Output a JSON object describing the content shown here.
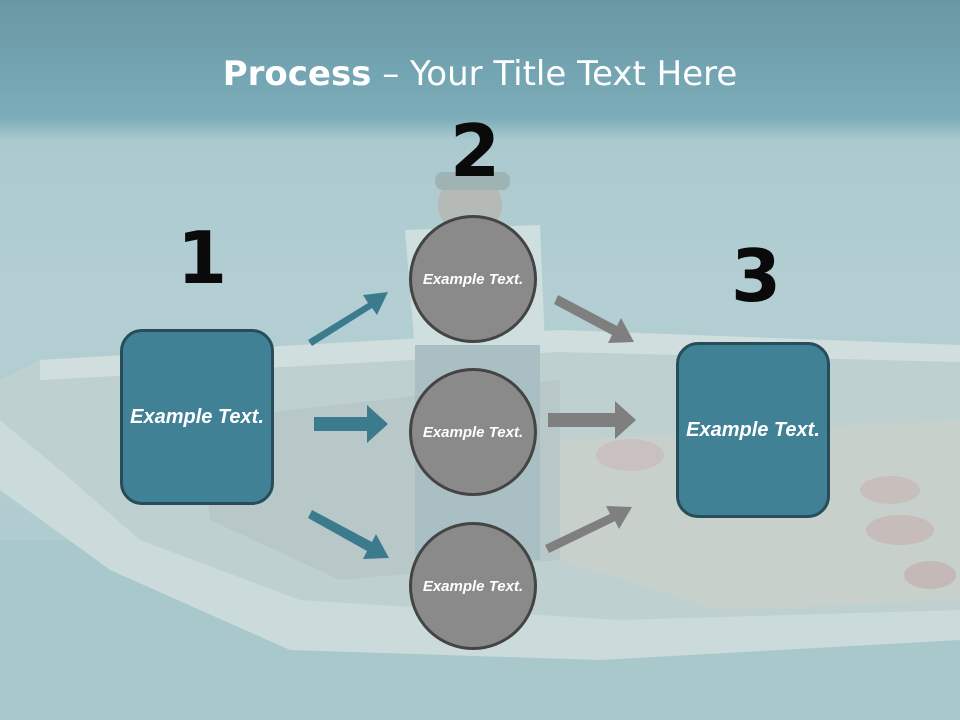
{
  "slide": {
    "title_bold": "Process",
    "title_rest": " – Your Title Text Here"
  },
  "steps": {
    "step1_number": "1",
    "step2_number": "2",
    "step3_number": "3"
  },
  "nodes": {
    "left_box": "Example Text.",
    "circle_top": "Example Text.",
    "circle_middle": "Example Text.",
    "circle_bottom": "Example Text.",
    "right_box": "Example Text."
  },
  "colors": {
    "box_fill": "#418196",
    "box_border": "#274c5a",
    "circle_fill": "#8a8a8a",
    "circle_border": "#444444",
    "teal_arrow": "#3c7a8e",
    "gray_arrow": "#7f7f7f"
  },
  "icons": {
    "background": "fisherman-boat-photo"
  }
}
